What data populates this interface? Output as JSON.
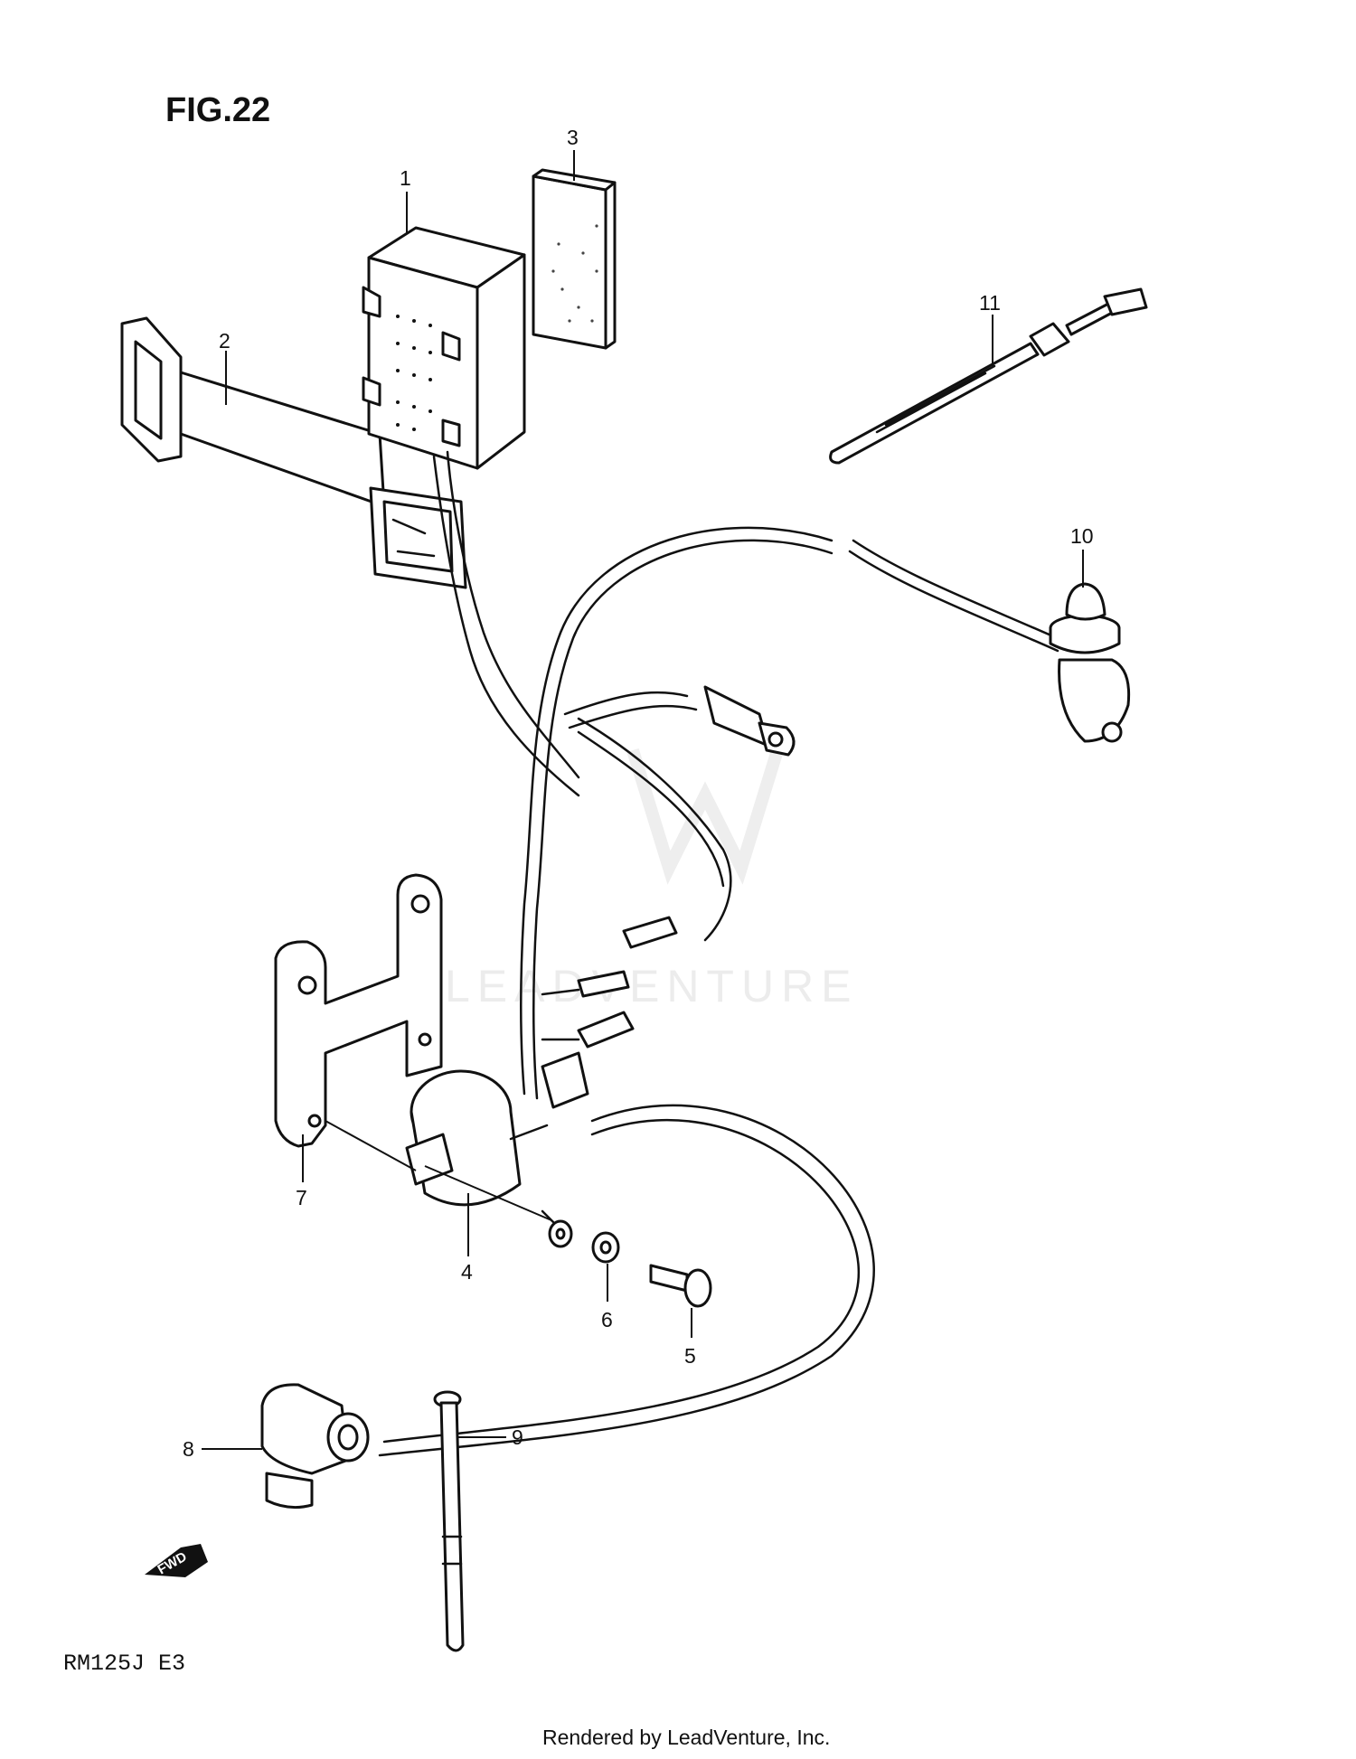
{
  "figure": {
    "title": "FIG.22"
  },
  "callouts": [
    {
      "id": "1",
      "label": "1"
    },
    {
      "id": "2",
      "label": "2"
    },
    {
      "id": "3",
      "label": "3"
    },
    {
      "id": "4",
      "label": "4"
    },
    {
      "id": "5",
      "label": "5"
    },
    {
      "id": "6",
      "label": "6"
    },
    {
      "id": "7",
      "label": "7"
    },
    {
      "id": "8",
      "label": "8"
    },
    {
      "id": "9",
      "label": "9"
    },
    {
      "id": "10",
      "label": "10"
    },
    {
      "id": "11",
      "label": "11"
    }
  ],
  "direction_badge": {
    "label": "FWD"
  },
  "watermark": {
    "text": "LEADVENTURE"
  },
  "model_code": "RM125J  E3",
  "footer": {
    "rendered_by": "Rendered by LeadVenture, Inc."
  }
}
